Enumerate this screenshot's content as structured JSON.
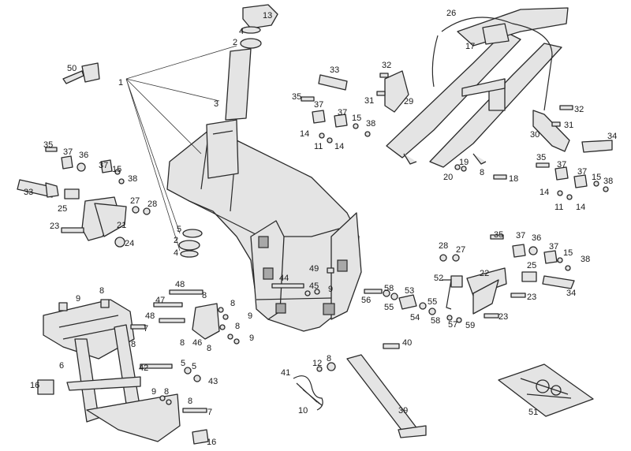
{
  "colors": {
    "ink": "#1a1a1a",
    "part_fill": "#e4e4e4",
    "part_shade": "#a8a8a8",
    "background": "#ffffff"
  },
  "callouts": [
    "1",
    "2",
    "3",
    "4",
    "5",
    "6",
    "7",
    "8",
    "9",
    "10",
    "11",
    "12",
    "13",
    "14",
    "15",
    "16",
    "17",
    "18",
    "19",
    "20",
    "21",
    "22",
    "23",
    "24",
    "25",
    "26",
    "27",
    "28",
    "29",
    "30",
    "31",
    "32",
    "33",
    "34",
    "35",
    "36",
    "37",
    "38",
    "39",
    "40",
    "41",
    "42",
    "43",
    "44",
    "45",
    "46",
    "47",
    "48",
    "49",
    "50",
    "51",
    "52",
    "53",
    "54",
    "55",
    "56",
    "57",
    "58",
    "59"
  ],
  "labels": [
    {
      "id": "l13",
      "text": "13"
    },
    {
      "id": "l4a",
      "text": "4"
    },
    {
      "id": "l2a",
      "text": "2"
    },
    {
      "id": "l3",
      "text": "3"
    },
    {
      "id": "l1",
      "text": "1"
    },
    {
      "id": "l50",
      "text": "50"
    },
    {
      "id": "l5a",
      "text": "5"
    },
    {
      "id": "l2b",
      "text": "2"
    },
    {
      "id": "l4b",
      "text": "4"
    },
    {
      "id": "l35a",
      "text": "35"
    },
    {
      "id": "l37a",
      "text": "37"
    },
    {
      "id": "l36a",
      "text": "36"
    },
    {
      "id": "l37b",
      "text": "37"
    },
    {
      "id": "l15a",
      "text": "15"
    },
    {
      "id": "l38a",
      "text": "38"
    },
    {
      "id": "l33a",
      "text": "33"
    },
    {
      "id": "l25a",
      "text": "25"
    },
    {
      "id": "l27a",
      "text": "27"
    },
    {
      "id": "l28a",
      "text": "28"
    },
    {
      "id": "l23a",
      "text": "23"
    },
    {
      "id": "l21",
      "text": "21"
    },
    {
      "id": "l24",
      "text": "24"
    },
    {
      "id": "l33b",
      "text": "33"
    },
    {
      "id": "l32a",
      "text": "32"
    },
    {
      "id": "l31a",
      "text": "31"
    },
    {
      "id": "l29",
      "text": "29"
    },
    {
      "id": "l35b",
      "text": "35"
    },
    {
      "id": "l37c",
      "text": "37"
    },
    {
      "id": "l37d",
      "text": "37"
    },
    {
      "id": "l15b",
      "text": "15"
    },
    {
      "id": "l38b",
      "text": "38"
    },
    {
      "id": "l14a",
      "text": "14"
    },
    {
      "id": "l11a",
      "text": "11"
    },
    {
      "id": "l14b",
      "text": "14"
    },
    {
      "id": "l26",
      "text": "26"
    },
    {
      "id": "l17",
      "text": "17"
    },
    {
      "id": "l32b",
      "text": "32"
    },
    {
      "id": "l31b",
      "text": "31"
    },
    {
      "id": "l30",
      "text": "30"
    },
    {
      "id": "l34a",
      "text": "34"
    },
    {
      "id": "l35c",
      "text": "35"
    },
    {
      "id": "l37e",
      "text": "37"
    },
    {
      "id": "l37f",
      "text": "37"
    },
    {
      "id": "l15c",
      "text": "15"
    },
    {
      "id": "l38c",
      "text": "38"
    },
    {
      "id": "l19",
      "text": "19"
    },
    {
      "id": "l20",
      "text": "20"
    },
    {
      "id": "l8a",
      "text": "8"
    },
    {
      "id": "l18",
      "text": "18"
    },
    {
      "id": "l14c",
      "text": "14"
    },
    {
      "id": "l11b",
      "text": "11"
    },
    {
      "id": "l14d",
      "text": "14"
    },
    {
      "id": "l35d",
      "text": "35"
    },
    {
      "id": "l37g",
      "text": "37"
    },
    {
      "id": "l36b",
      "text": "36"
    },
    {
      "id": "l37h",
      "text": "37"
    },
    {
      "id": "l15d",
      "text": "15"
    },
    {
      "id": "l38d",
      "text": "38"
    },
    {
      "id": "l28b",
      "text": "28"
    },
    {
      "id": "l27b",
      "text": "27"
    },
    {
      "id": "l22",
      "text": "22"
    },
    {
      "id": "l25b",
      "text": "25"
    },
    {
      "id": "l52",
      "text": "52"
    },
    {
      "id": "l23b",
      "text": "23"
    },
    {
      "id": "l34b",
      "text": "34"
    },
    {
      "id": "l58a",
      "text": "58"
    },
    {
      "id": "l53",
      "text": "53"
    },
    {
      "id": "l55a",
      "text": "55"
    },
    {
      "id": "l56",
      "text": "56"
    },
    {
      "id": "l55b",
      "text": "55"
    },
    {
      "id": "l54",
      "text": "54"
    },
    {
      "id": "l58b",
      "text": "58"
    },
    {
      "id": "l57",
      "text": "57"
    },
    {
      "id": "l59",
      "text": "59"
    },
    {
      "id": "l23c",
      "text": "23"
    },
    {
      "id": "l49",
      "text": "49"
    },
    {
      "id": "l44",
      "text": "44"
    },
    {
      "id": "l45",
      "text": "45"
    },
    {
      "id": "l9a",
      "text": "9"
    },
    {
      "id": "l48a",
      "text": "48"
    },
    {
      "id": "l47",
      "text": "47"
    },
    {
      "id": "l48b",
      "text": "48"
    },
    {
      "id": "l8b",
      "text": "8"
    },
    {
      "id": "l8c",
      "text": "8"
    },
    {
      "id": "l9b",
      "text": "9"
    },
    {
      "id": "l8d",
      "text": "8"
    },
    {
      "id": "l46",
      "text": "46"
    },
    {
      "id": "l8e",
      "text": "8"
    },
    {
      "id": "l9c",
      "text": "9"
    },
    {
      "id": "l8f",
      "text": "8"
    },
    {
      "id": "l9d",
      "text": "9"
    },
    {
      "id": "l8g",
      "text": "8"
    },
    {
      "id": "l7a",
      "text": "7"
    },
    {
      "id": "l8h",
      "text": "8"
    },
    {
      "id": "l6",
      "text": "6"
    },
    {
      "id": "l42",
      "text": "42"
    },
    {
      "id": "l5b",
      "text": "5"
    },
    {
      "id": "l5c",
      "text": "5"
    },
    {
      "id": "l43",
      "text": "43"
    },
    {
      "id": "l16a",
      "text": "16"
    },
    {
      "id": "l9e",
      "text": "9"
    },
    {
      "id": "l8i",
      "text": "8"
    },
    {
      "id": "l8j",
      "text": "8"
    },
    {
      "id": "l7b",
      "text": "7"
    },
    {
      "id": "l16b",
      "text": "16"
    },
    {
      "id": "l41",
      "text": "41"
    },
    {
      "id": "l12",
      "text": "12"
    },
    {
      "id": "l8k",
      "text": "8"
    },
    {
      "id": "l10",
      "text": "10"
    },
    {
      "id": "l40",
      "text": "40"
    },
    {
      "id": "l39",
      "text": "39"
    },
    {
      "id": "l51",
      "text": "51"
    }
  ]
}
